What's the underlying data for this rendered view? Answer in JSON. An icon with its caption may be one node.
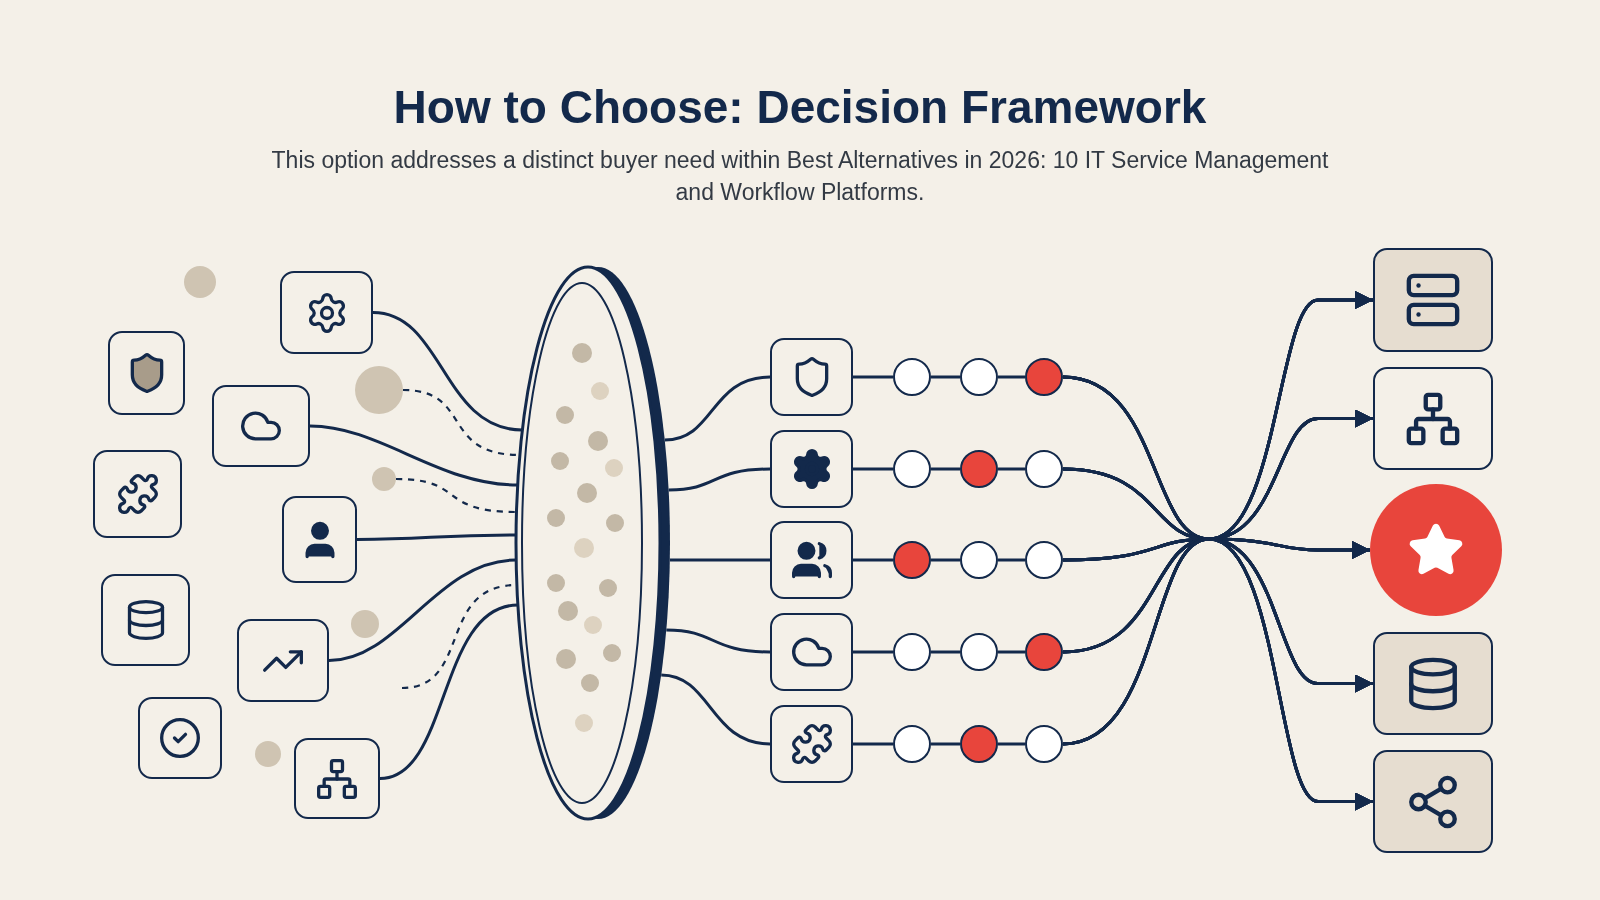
{
  "diagram": {
    "title": "How to Choose: Decision Framework",
    "caption": "This option addresses a distinct buyer need within Best Alternatives in 2026: 10 IT Service Management and Workflow Platforms.",
    "nodes": [
      {
        "text": [],
        "shape": "box"
      },
      {
        "text": [],
        "shape": "box"
      },
      {
        "text": [],
        "shape": "box"
      },
      {
        "text": [],
        "shape": "box"
      },
      {
        "text": [],
        "shape": "box"
      },
      {
        "text": [],
        "shape": "box"
      },
      {
        "text": [],
        "shape": "box"
      },
      {
        "text": [],
        "shape": "box"
      },
      {
        "text": [],
        "shape": "box"
      },
      {
        "text": [],
        "shape": "ellipse"
      },
      {
        "text": [],
        "shape": "box"
      },
      {
        "text": [],
        "shape": "box"
      },
      {
        "text": [],
        "shape": "box"
      },
      {
        "text": [],
        "shape": "box"
      },
      {
        "text": [],
        "shape": "box"
      },
      {
        "text": [],
        "shape": "circle"
      },
      {
        "text": [],
        "shape": "circle"
      },
      {
        "text": [],
        "shape": "dot"
      },
      {
        "text": [],
        "shape": "circle"
      },
      {
        "text": [],
        "shape": "dot"
      },
      {
        "text": [],
        "shape": "circle"
      },
      {
        "text": [],
        "shape": "dot"
      },
      {
        "text": [],
        "shape": "circle"
      },
      {
        "text": [],
        "shape": "circle"
      },
      {
        "text": [],
        "shape": "circle"
      },
      {
        "text": [],
        "shape": "circle"
      },
      {
        "text": [],
        "shape": "dot"
      },
      {
        "text": [],
        "shape": "circle"
      },
      {
        "text": [],
        "shape": "dot"
      },
      {
        "text": [],
        "shape": "circle"
      },
      {
        "text": [],
        "shape": "box"
      },
      {
        "text": [],
        "shape": "box"
      },
      {
        "text": [],
        "shape": "circle"
      },
      {
        "text": [],
        "shape": "box"
      },
      {
        "text": [],
        "shape": "box"
      },
      {
        "text": [],
        "shape": "circle"
      },
      {
        "text": [],
        "shape": "circle"
      }
    ],
    "edges": [
      {
        "from": 0,
        "to": 9,
        "arrow": "none"
      },
      {
        "from": 2,
        "to": 9,
        "arrow": "none"
      },
      {
        "from": 4,
        "to": 9,
        "arrow": "none"
      },
      {
        "from": 6,
        "to": 9,
        "arrow": "none"
      },
      {
        "from": 8,
        "to": 9,
        "arrow": "none"
      },
      {
        "from": 35,
        "to": 9,
        "arrow": "none",
        "style": "dashed"
      },
      {
        "from": 36,
        "to": 9,
        "arrow": "none",
        "style": "dashed"
      },
      {
        "from": null,
        "to": 9,
        "arrow": "none",
        "style": "dashed"
      },
      {
        "from": 9,
        "to": 10,
        "arrow": "none"
      },
      {
        "from": 9,
        "to": 11,
        "arrow": "none"
      },
      {
        "from": 9,
        "to": 12,
        "arrow": "none"
      },
      {
        "from": 9,
        "to": 13,
        "arrow": "none"
      },
      {
        "from": 9,
        "to": 14,
        "arrow": "none"
      },
      {
        "from": 10,
        "to": 15,
        "arrow": "none"
      },
      {
        "from": 15,
        "to": 16,
        "arrow": "none"
      },
      {
        "from": 16,
        "to": 17,
        "arrow": "none"
      },
      {
        "from": 11,
        "to": 18,
        "arrow": "none"
      },
      {
        "from": 18,
        "to": 19,
        "arrow": "none"
      },
      {
        "from": 19,
        "to": 20,
        "arrow": "none"
      },
      {
        "from": 12,
        "to": 21,
        "arrow": "none"
      },
      {
        "from": 21,
        "to": 22,
        "arrow": "none"
      },
      {
        "from": 22,
        "to": 23,
        "arrow": "none"
      },
      {
        "from": 13,
        "to": 24,
        "arrow": "none"
      },
      {
        "from": 24,
        "to": 25,
        "arrow": "none"
      },
      {
        "from": 25,
        "to": 26,
        "arrow": "none"
      },
      {
        "from": 14,
        "to": 27,
        "arrow": "none"
      },
      {
        "from": 27,
        "to": 28,
        "arrow": "none"
      },
      {
        "from": 28,
        "to": 29,
        "arrow": "none"
      },
      {
        "from": 17,
        "to": 30,
        "arrow": "to"
      },
      {
        "from": 17,
        "to": 31,
        "arrow": "to"
      },
      {
        "from": 17,
        "to": 32,
        "arrow": "to"
      },
      {
        "from": 17,
        "to": 33,
        "arrow": "to"
      },
      {
        "from": 17,
        "to": 34,
        "arrow": "to"
      },
      {
        "from": 20,
        "to": 30,
        "arrow": "to"
      },
      {
        "from": 20,
        "to": 31,
        "arrow": "to"
      },
      {
        "from": 20,
        "to": 32,
        "arrow": "to"
      },
      {
        "from": 20,
        "to": 33,
        "arrow": "to"
      },
      {
        "from": 20,
        "to": 34,
        "arrow": "to"
      },
      {
        "from": 23,
        "to": 30,
        "arrow": "to"
      },
      {
        "from": 23,
        "to": 31,
        "arrow": "to"
      },
      {
        "from": 23,
        "to": 32,
        "arrow": "to"
      },
      {
        "from": 23,
        "to": 33,
        "arrow": "to"
      },
      {
        "from": 23,
        "to": 34,
        "arrow": "to"
      },
      {
        "from": 26,
        "to": 30,
        "arrow": "to"
      },
      {
        "from": 26,
        "to": 31,
        "arrow": "to"
      },
      {
        "from": 26,
        "to": 32,
        "arrow": "to"
      },
      {
        "from": 26,
        "to": 33,
        "arrow": "to"
      },
      {
        "from": 26,
        "to": 34,
        "arrow": "to"
      },
      {
        "from": 29,
        "to": 30,
        "arrow": "to"
      },
      {
        "from": 29,
        "to": 31,
        "arrow": "to"
      },
      {
        "from": 29,
        "to": 32,
        "arrow": "to"
      },
      {
        "from": 29,
        "to": 33,
        "arrow": "to"
      },
      {
        "from": 29,
        "to": 34,
        "arrow": "to"
      }
    ]
  }
}
